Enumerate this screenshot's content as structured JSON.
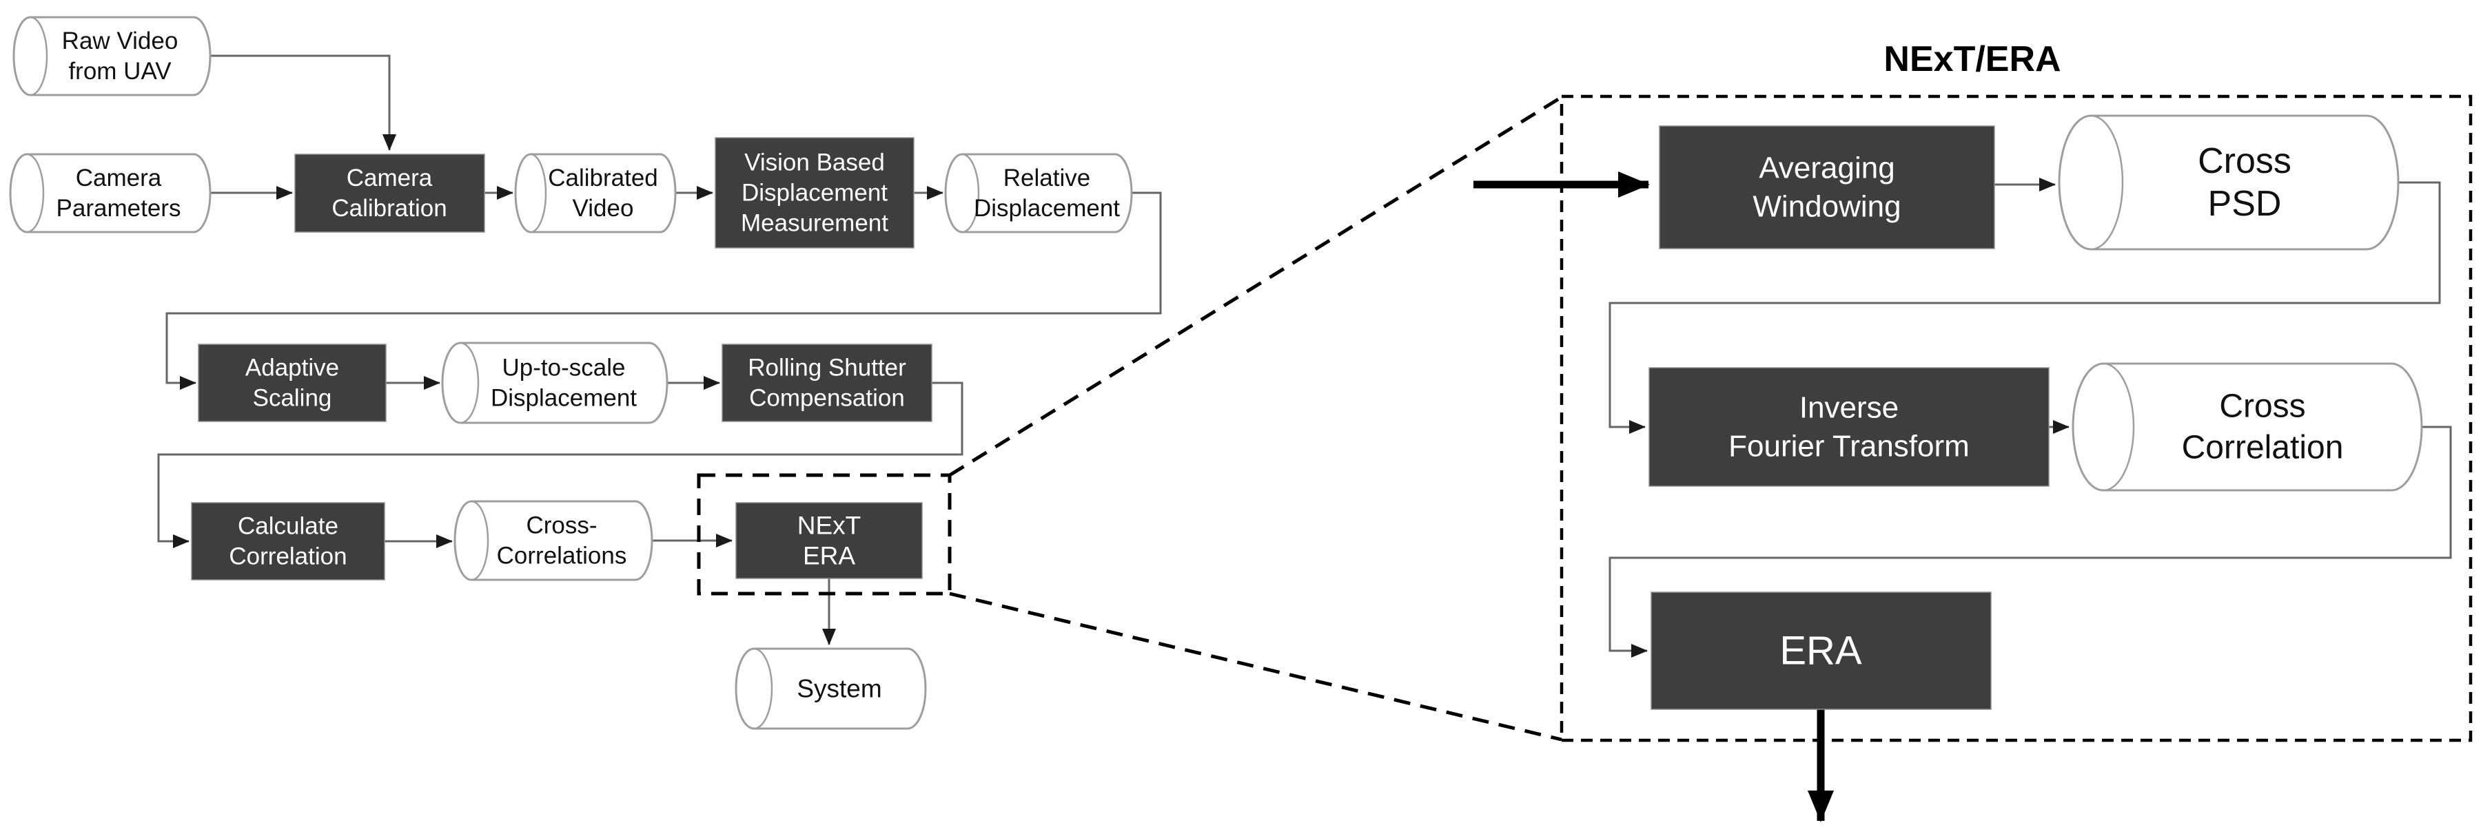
{
  "diagram": {
    "title": "NExT/ERA",
    "colors": {
      "process_fill": "#3E3E3E",
      "process_text": "#FFFFFF",
      "data_fill": "#FFFFFF",
      "data_stroke": "#9E9E9E",
      "data_text": "#111111",
      "connector": "#666666",
      "arrowhead": "#1A1A1A",
      "dashed_outline": "#000000",
      "background": "#FFFFFF"
    },
    "pipeline": {
      "raw_video": {
        "shape": "cylinder",
        "lines": [
          "Raw Video",
          "from UAV"
        ]
      },
      "camera_parameters": {
        "shape": "cylinder",
        "lines": [
          "Camera",
          "Parameters"
        ]
      },
      "camera_calibration": {
        "shape": "process",
        "lines": [
          "Camera",
          "Calibration"
        ]
      },
      "calibrated_video": {
        "shape": "cylinder",
        "lines": [
          "Calibrated",
          "Video"
        ]
      },
      "vision_based_displacement_measurement": {
        "shape": "process",
        "lines": [
          "Vision Based",
          "Displacement",
          "Measurement"
        ]
      },
      "relative_displacement": {
        "shape": "cylinder",
        "lines": [
          "Relative",
          "Displacement"
        ]
      },
      "adaptive_scaling": {
        "shape": "process",
        "lines": [
          "Adaptive",
          "Scaling"
        ]
      },
      "up_to_scale_displacement": {
        "shape": "cylinder",
        "lines": [
          "Up-to-scale",
          "Displacement"
        ]
      },
      "rolling_shutter_compensation": {
        "shape": "process",
        "lines": [
          "Rolling Shutter",
          "Compensation"
        ]
      },
      "calculate_correlation": {
        "shape": "process",
        "lines": [
          "Calculate",
          "Correlation"
        ]
      },
      "cross_correlations": {
        "shape": "cylinder",
        "lines": [
          "Cross-",
          "Correlations"
        ]
      },
      "next_era": {
        "shape": "process",
        "lines": [
          "NExT",
          "ERA"
        ]
      },
      "system": {
        "shape": "cylinder",
        "lines": [
          "System"
        ]
      }
    },
    "next_era_detail": {
      "averaging_windowing": {
        "shape": "process",
        "lines": [
          "Averaging",
          "Windowing"
        ]
      },
      "cross_psd": {
        "shape": "cylinder",
        "lines": [
          "Cross",
          "PSD"
        ]
      },
      "inverse_fourier_transform": {
        "shape": "process",
        "lines": [
          "Inverse",
          "Fourier Transform"
        ]
      },
      "cross_correlation": {
        "shape": "cylinder",
        "lines": [
          "Cross",
          "Correlation"
        ]
      },
      "era": {
        "shape": "process",
        "lines": [
          "ERA"
        ]
      }
    }
  }
}
